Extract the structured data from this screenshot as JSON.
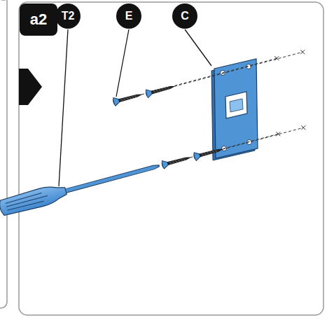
{
  "diagram": {
    "nodes": [
      {
        "text": [
          "a2"
        ]
      },
      {
        "text": [
          "T2"
        ]
      },
      {
        "text": [
          "E"
        ]
      },
      {
        "text": [
          "C"
        ]
      }
    ]
  }
}
